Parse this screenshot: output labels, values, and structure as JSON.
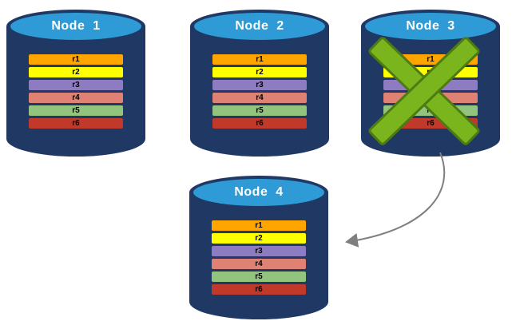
{
  "nodes": [
    {
      "label": "Node  1"
    },
    {
      "label": "Node  2"
    },
    {
      "label": "Node  3"
    },
    {
      "label": "Node  4"
    }
  ],
  "records": [
    "r1",
    "r2",
    "r3",
    "r4",
    "r5",
    "r6"
  ],
  "record_colors": [
    "#FFA500",
    "#FFFF00",
    "#8E7CC3",
    "#E08273",
    "#93C47D",
    "#C0392B"
  ],
  "colors": {
    "cylinder": "#1F3864",
    "top_ellipse": "#2E9BD6",
    "fail_x": "#7AB51D",
    "fail_x_border": "#4E7A12",
    "arrow": "#7F7F7F"
  }
}
